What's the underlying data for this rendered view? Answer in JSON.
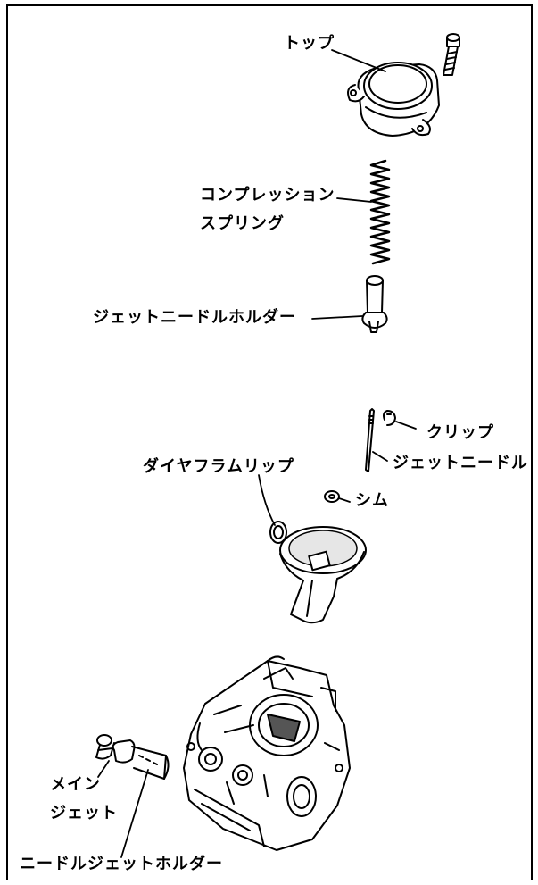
{
  "labels": {
    "top": "トップ",
    "compression_spring_line1": "コンプレッション",
    "compression_spring_line2": "スプリング",
    "jet_needle_holder": "ジェットニードルホルダー",
    "clip": "クリップ",
    "diaphragm_lip": "ダイヤフラムリップ",
    "jet_needle": "ジェットニードル",
    "shim": "シム",
    "main_jet_line1": "メイン",
    "main_jet_line2": "ジェット",
    "needle_jet_holder": "ニードルジェットホルダー"
  }
}
